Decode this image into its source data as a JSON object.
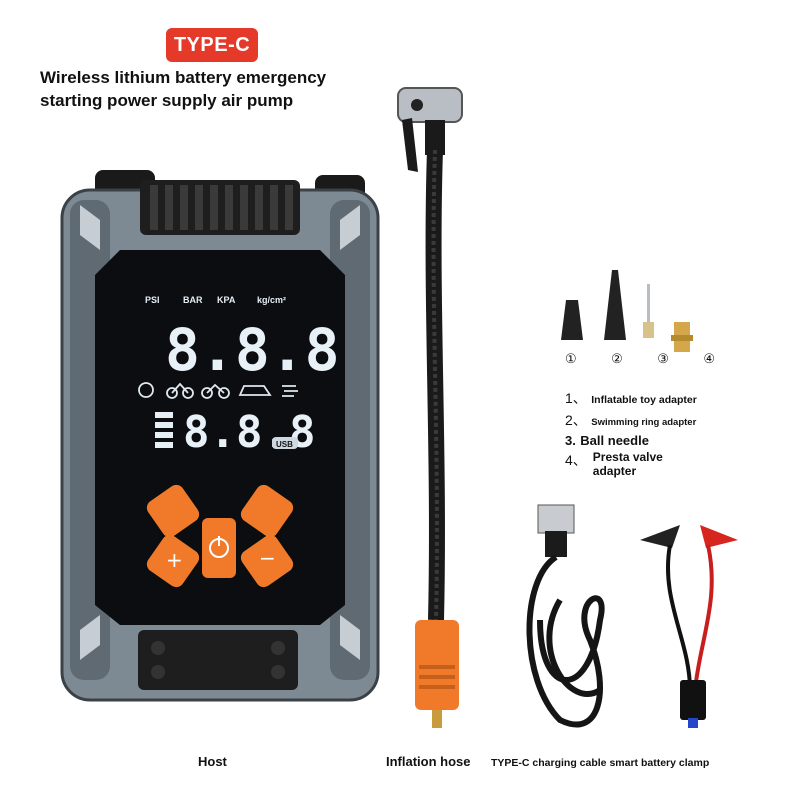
{
  "badge": "TYPE-C",
  "title_line1": "Wireless lithium battery emergency",
  "title_line2": "starting power supply air pump",
  "display": {
    "units": [
      "PSI",
      "BAR",
      "KPA",
      "kg/cm²"
    ],
    "top_reading": "8.8.8",
    "bottom_reading": "8.8.8",
    "usb_tag": "USB"
  },
  "accessories": {
    "numbers": [
      "①",
      "②",
      "③",
      "④"
    ],
    "items": [
      {
        "prefix": "1、",
        "label": "Inflatable toy adapter"
      },
      {
        "prefix": "2、",
        "label": "Swimming ring adapter"
      },
      {
        "prefix": "3.",
        "label": "Ball needle"
      },
      {
        "prefix": "4、",
        "label": "Presta valve adapter"
      }
    ]
  },
  "captions": {
    "host": "Host",
    "hose": "Inflation hose",
    "cable": "TYPE-C charging cable smart battery clamp"
  },
  "colors": {
    "badge": "#e53a2a",
    "accent_orange": "#f07a2a",
    "body_gray": "#7e8a93",
    "lcd": "#0b0d10"
  }
}
